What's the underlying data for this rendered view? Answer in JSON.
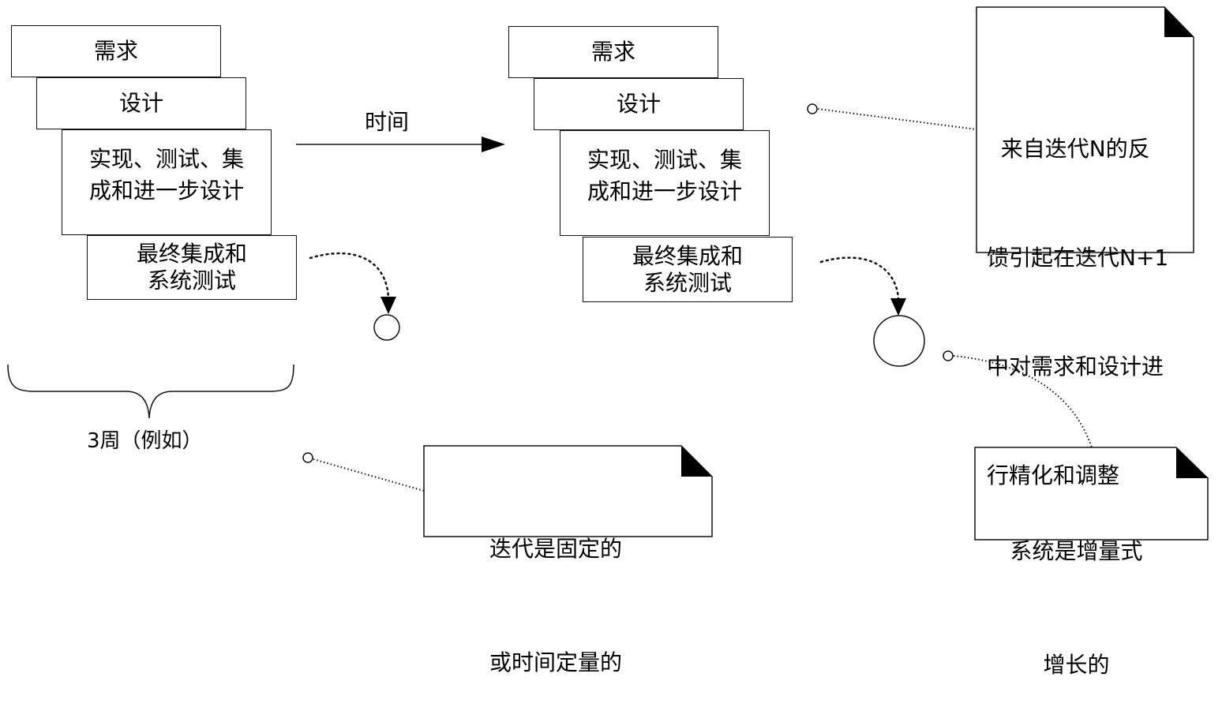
{
  "iteration_1": {
    "phases": [
      {
        "label": "需求"
      },
      {
        "label": "设计"
      },
      {
        "lines": [
          "实现、测试、集",
          "成和进一步设计"
        ]
      },
      {
        "lines": [
          "最终集成和",
          "系统测试"
        ]
      }
    ]
  },
  "iteration_2": {
    "phases": [
      {
        "label": "需求"
      },
      {
        "label": "设计"
      },
      {
        "lines": [
          "实现、测试、集",
          "成和进一步设计"
        ]
      },
      {
        "lines": [
          "最终集成和",
          "系统测试"
        ]
      }
    ]
  },
  "time_arrow": {
    "label": "时间"
  },
  "duration": {
    "label": "3周（例如）"
  },
  "notes": {
    "feedback": {
      "lines": [
        "  来自迭代N的反",
        "馈引起在迭代N+1",
        "中对需求和设计进",
        "行精化和调整"
      ]
    },
    "fixed": {
      "lines": [
        "迭代是固定的",
        "或时间定量的"
      ]
    },
    "incremental": {
      "lines": [
        "系统是增量式",
        "增长的"
      ]
    }
  },
  "colors": {
    "stroke": "#111111",
    "background": "#ffffff"
  }
}
